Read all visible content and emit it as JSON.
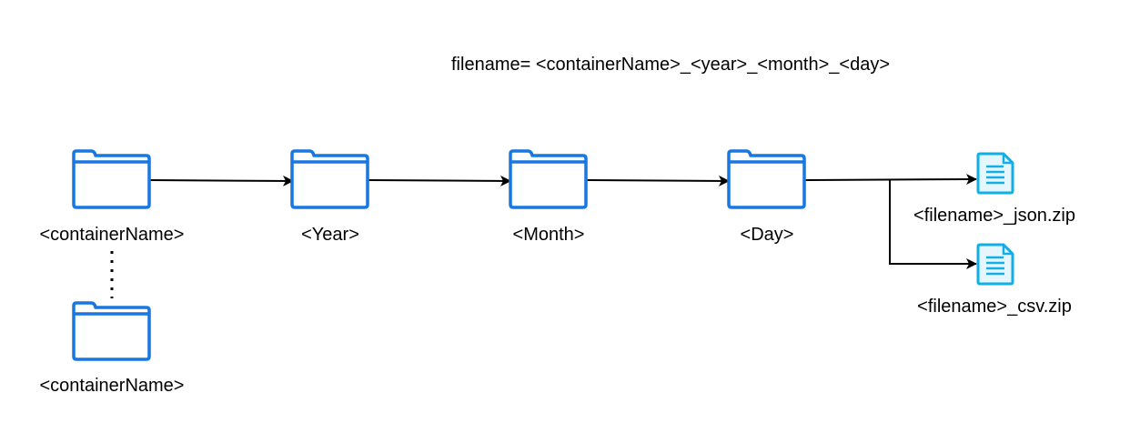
{
  "formula": "filename= <containerName>_<year>_<month>_<day>",
  "colors": {
    "folder_stroke": "#1877e0",
    "file_stroke": "#12aee6",
    "file_fill": "#e6f6fd",
    "connector": "#000000"
  },
  "icons": {
    "folder": "folder-icon",
    "file": "file-icon"
  },
  "nodes": {
    "container_top": "<containerName>",
    "year": "<Year>",
    "month": "<Month>",
    "day": "<Day>",
    "container_bottom": "<containerName>",
    "json_file": "<filename>_json.zip",
    "csv_file": "<filename>_csv.zip"
  }
}
